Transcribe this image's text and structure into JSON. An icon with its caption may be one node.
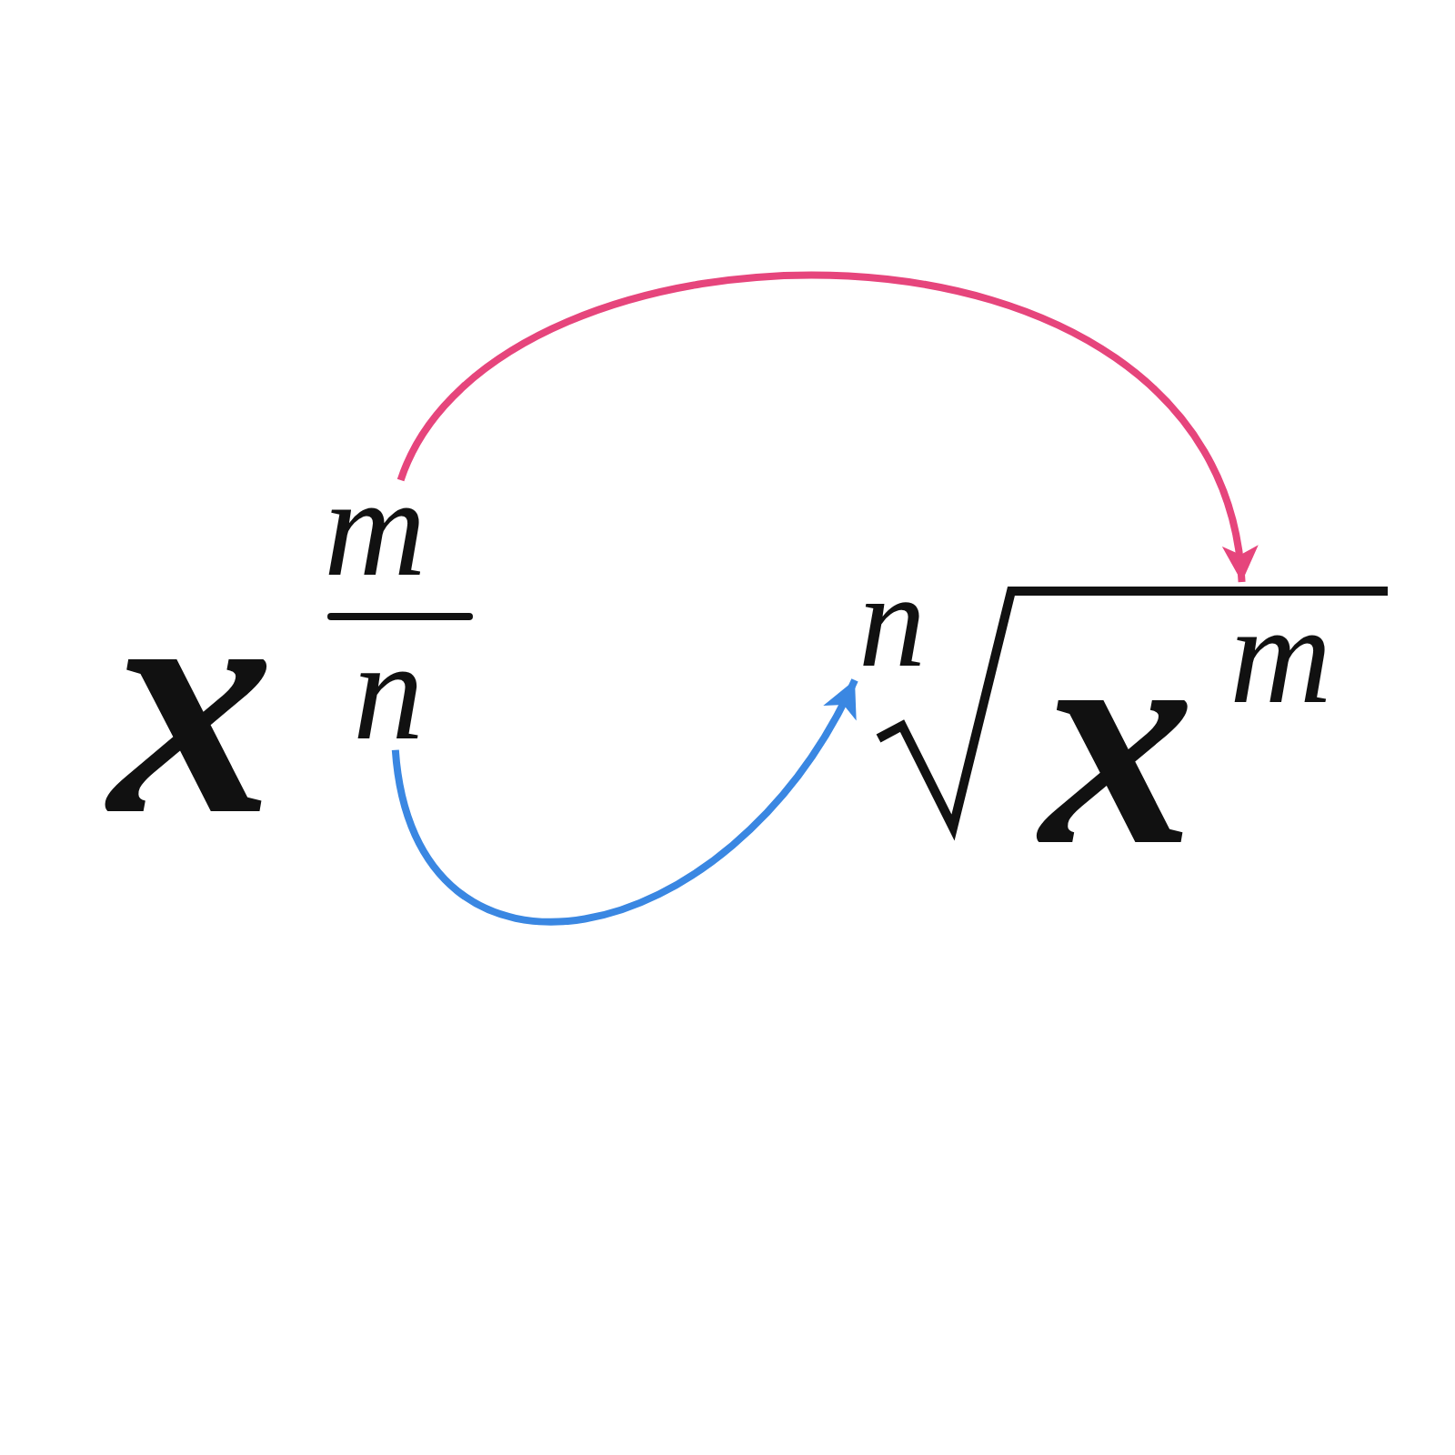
{
  "diagram": {
    "nodes": [
      {
        "text": [
          "m"
        ]
      },
      {
        "text": [
          "n"
        ]
      },
      {
        "text": [
          "n"
        ]
      },
      {
        "text": [
          "m"
        ]
      }
    ],
    "edges": [
      {
        "from": 0,
        "to": 3,
        "arrow": "to",
        "color": "#e6457c"
      },
      {
        "from": 1,
        "to": 2,
        "arrow": "to",
        "color": "#3a87e2"
      }
    ],
    "labels": [
      "x",
      "x"
    ]
  }
}
